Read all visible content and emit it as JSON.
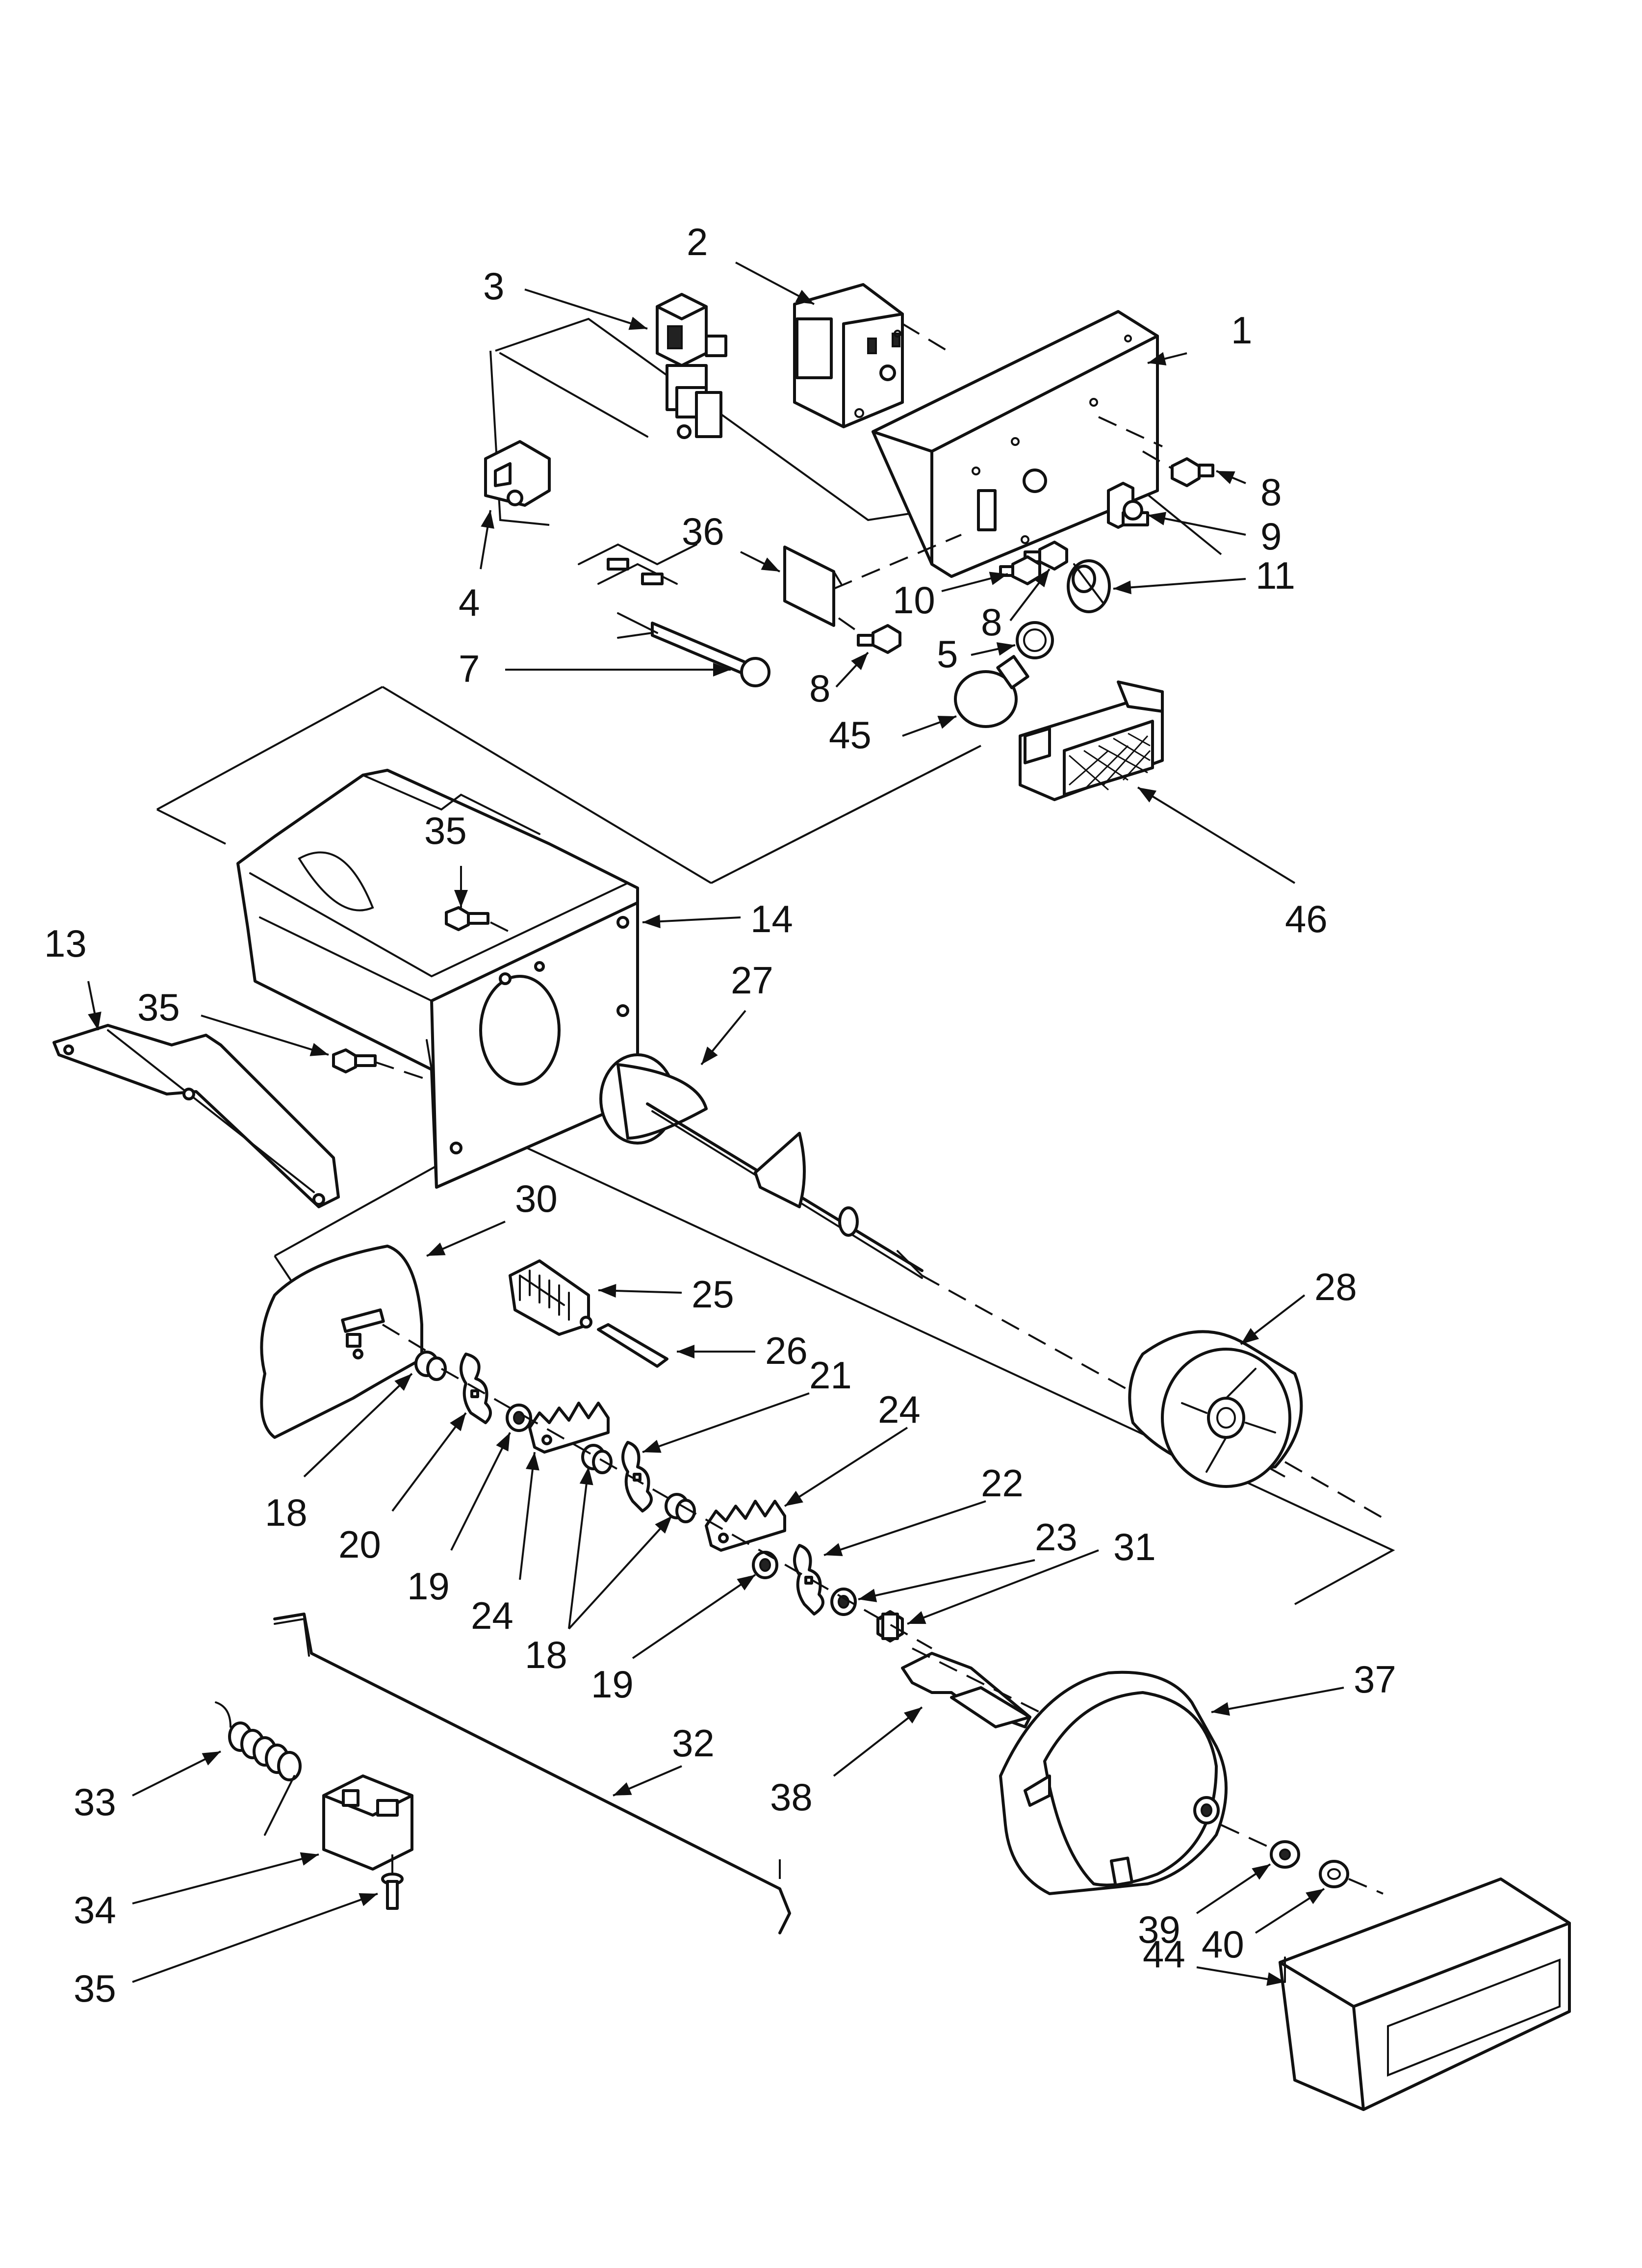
{
  "callouts": [
    {
      "id": "c1",
      "label": "1"
    },
    {
      "id": "c2",
      "label": "2"
    },
    {
      "id": "c3",
      "label": "3"
    },
    {
      "id": "c4",
      "label": "4"
    },
    {
      "id": "c5",
      "label": "5"
    },
    {
      "id": "c7",
      "label": "7"
    },
    {
      "id": "c8a",
      "label": "8"
    },
    {
      "id": "c8b",
      "label": "8"
    },
    {
      "id": "c8c",
      "label": "8"
    },
    {
      "id": "c9",
      "label": "9"
    },
    {
      "id": "c10",
      "label": "10"
    },
    {
      "id": "c11",
      "label": "11"
    },
    {
      "id": "c13",
      "label": "13"
    },
    {
      "id": "c14",
      "label": "14"
    },
    {
      "id": "c18a",
      "label": "18"
    },
    {
      "id": "c18b",
      "label": "18"
    },
    {
      "id": "c19a",
      "label": "19"
    },
    {
      "id": "c19b",
      "label": "19"
    },
    {
      "id": "c20",
      "label": "20"
    },
    {
      "id": "c21",
      "label": "21"
    },
    {
      "id": "c22",
      "label": "22"
    },
    {
      "id": "c23",
      "label": "23"
    },
    {
      "id": "c24a",
      "label": "24"
    },
    {
      "id": "c24b",
      "label": "24"
    },
    {
      "id": "c25",
      "label": "25"
    },
    {
      "id": "c26",
      "label": "26"
    },
    {
      "id": "c27",
      "label": "27"
    },
    {
      "id": "c28",
      "label": "28"
    },
    {
      "id": "c30",
      "label": "30"
    },
    {
      "id": "c31",
      "label": "31"
    },
    {
      "id": "c32",
      "label": "32"
    },
    {
      "id": "c33",
      "label": "33"
    },
    {
      "id": "c34",
      "label": "34"
    },
    {
      "id": "c35a",
      "label": "35"
    },
    {
      "id": "c35b",
      "label": "35"
    },
    {
      "id": "c35c",
      "label": "35"
    },
    {
      "id": "c36",
      "label": "36"
    },
    {
      "id": "c37",
      "label": "37"
    },
    {
      "id": "c38",
      "label": "38"
    },
    {
      "id": "c39",
      "label": "39"
    },
    {
      "id": "c40",
      "label": "40"
    },
    {
      "id": "c44",
      "label": "44"
    },
    {
      "id": "c45",
      "label": "45"
    },
    {
      "id": "c46",
      "label": "46"
    }
  ],
  "colors": {
    "line": "#111111",
    "background": "#ffffff"
  }
}
